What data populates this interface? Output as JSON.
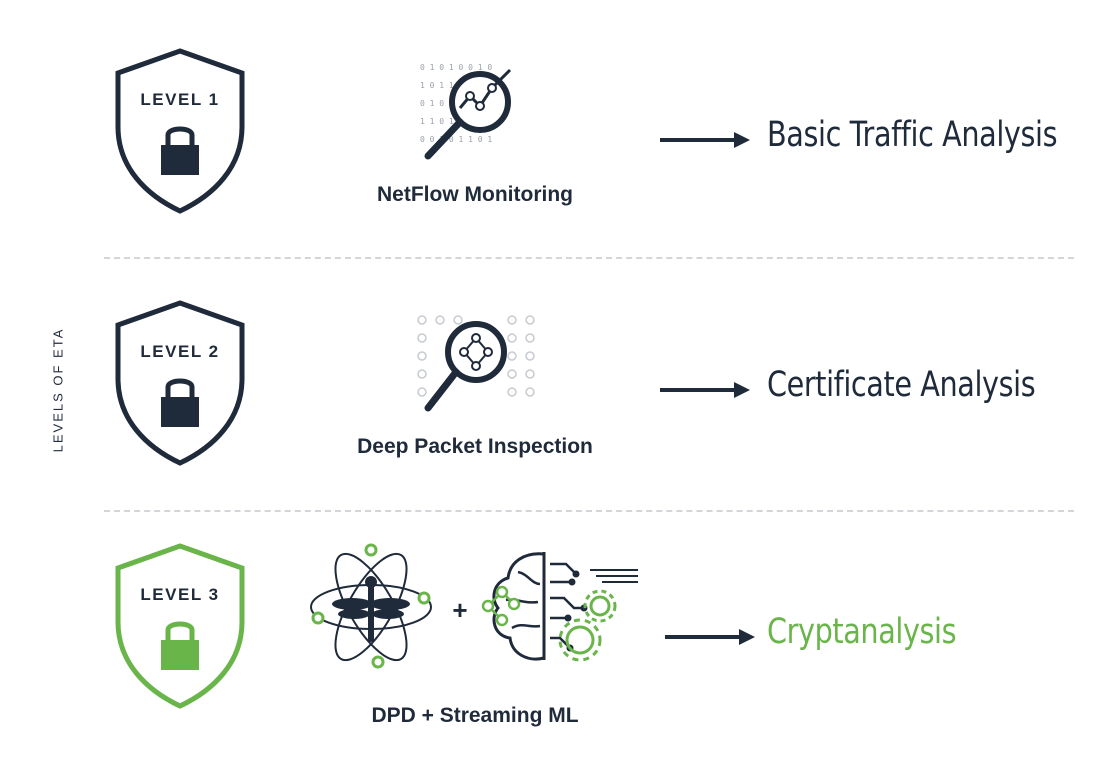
{
  "side_label": "LEVELS OF ETA",
  "colors": {
    "dark": "#1f2a3a",
    "green": "#6ab54a",
    "divider": "#d3d5d8"
  },
  "levels": [
    {
      "shield_label": "LEVEL 1",
      "caption": "NetFlow Monitoring",
      "result": "Basic Traffic Analysis",
      "icon": "magnifier-chart-icon"
    },
    {
      "shield_label": "LEVEL 2",
      "caption": "Deep Packet Inspection",
      "result": "Certificate Analysis",
      "icon": "magnifier-network-icon"
    },
    {
      "shield_label": "LEVEL 3",
      "caption": "DPD + Streaming ML",
      "result": "Cryptanalysis",
      "icon": "dragonfly-atom-icon",
      "plus": "+",
      "icon2": "brain-gears-icon"
    }
  ]
}
